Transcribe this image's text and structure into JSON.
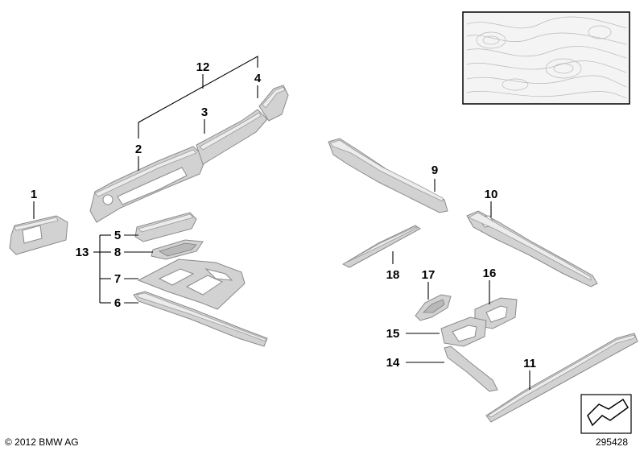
{
  "callouts": [
    {
      "id": "1",
      "label": "1"
    },
    {
      "id": "2",
      "label": "2"
    },
    {
      "id": "3",
      "label": "3"
    },
    {
      "id": "4",
      "label": "4"
    },
    {
      "id": "5",
      "label": "5"
    },
    {
      "id": "6",
      "label": "6"
    },
    {
      "id": "7",
      "label": "7"
    },
    {
      "id": "8",
      "label": "8"
    },
    {
      "id": "9",
      "label": "9"
    },
    {
      "id": "10",
      "label": "10"
    },
    {
      "id": "11",
      "label": "11"
    },
    {
      "id": "12",
      "label": "12"
    },
    {
      "id": "13",
      "label": "13"
    },
    {
      "id": "14",
      "label": "14"
    },
    {
      "id": "15",
      "label": "15"
    },
    {
      "id": "16",
      "label": "16"
    },
    {
      "id": "17",
      "label": "17"
    },
    {
      "id": "18",
      "label": "18"
    }
  ],
  "footer": {
    "copyright": "© 2012 BMW AG",
    "diagram_number": "295428"
  }
}
